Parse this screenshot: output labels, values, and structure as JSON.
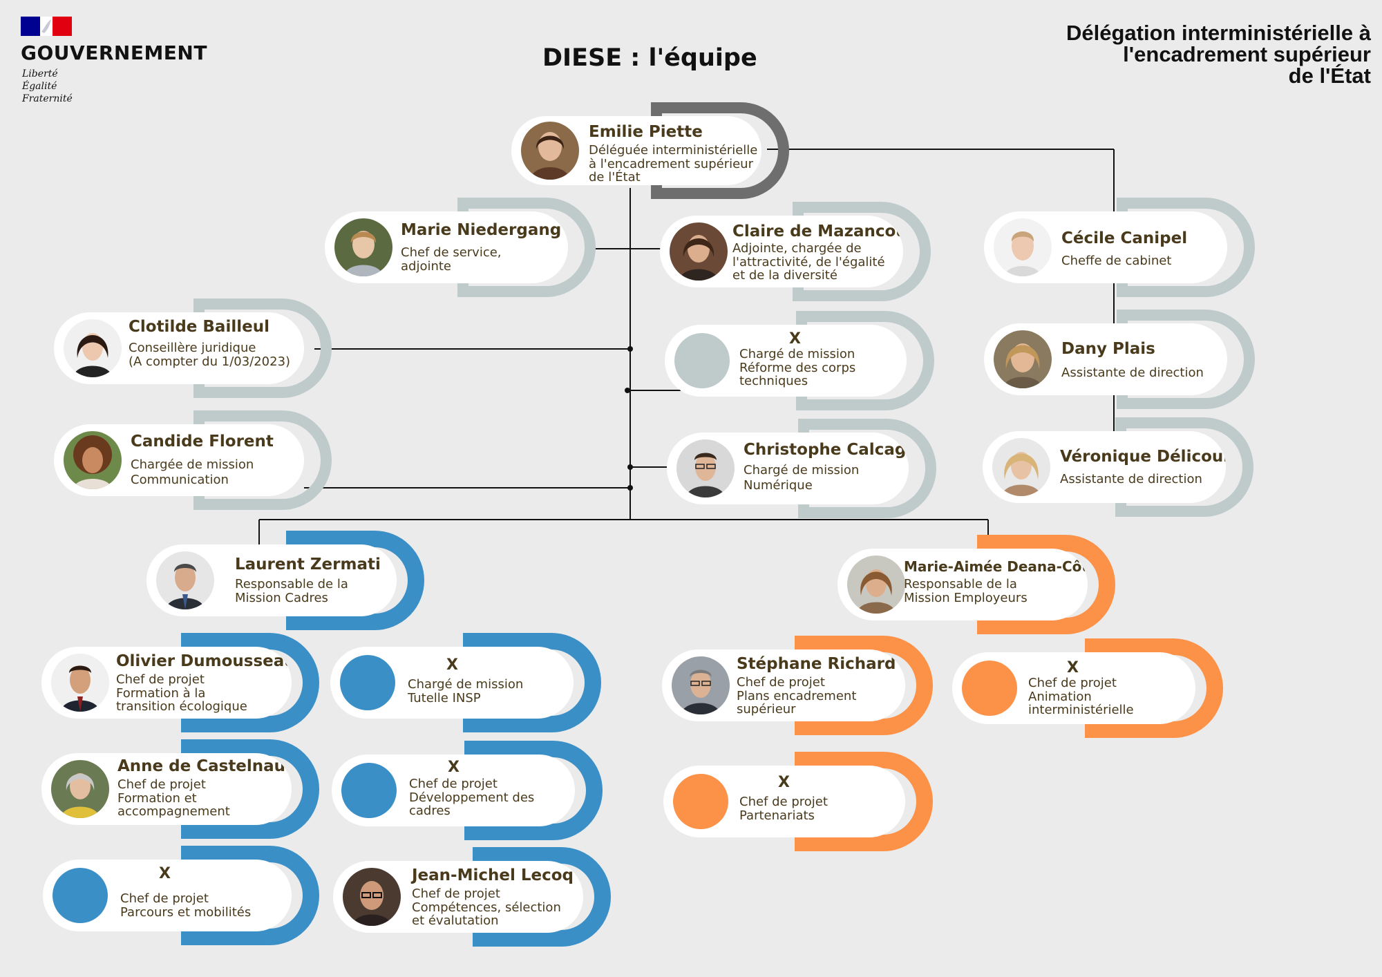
{
  "header": {
    "logo": {
      "word": "GOUVERNEMENT",
      "motto": [
        "Liberté",
        "Égalité",
        "Fraternité"
      ],
      "flag_colors": [
        "#000091",
        "#ffffff",
        "#e1000f"
      ]
    },
    "title": "DIESE : l'équipe",
    "organization": [
      "Délégation interministérielle à",
      "l'encadrement supérieur",
      "de l'État"
    ]
  },
  "colors": {
    "background": "#ebebeb",
    "text": "#4a3a1c",
    "accent_gray": "#bfcbcb",
    "accent_dark": "#6e6e6e",
    "accent_blue": "#3a8fc7",
    "accent_orange": "#fc9148",
    "connector": "#111111"
  },
  "people": {
    "piette": {
      "name": "Emilie Piette",
      "role": [
        "Déléguée interministérielle",
        "à l'encadrement supérieur",
        "de l'État"
      ],
      "icon": "person-photo"
    },
    "niedergang": {
      "name": "Marie Niedergang",
      "role": [
        "Chef de service,",
        "adjointe"
      ],
      "icon": "person-photo"
    },
    "mazancourt": {
      "name": "Claire de Mazancourt",
      "role": [
        "Adjointe, chargée de",
        "l'attractivité, de l'égalité",
        "et de la diversité"
      ],
      "icon": "person-photo"
    },
    "canipel": {
      "name": "Cécile Canipel",
      "role": [
        "Cheffe de cabinet"
      ],
      "icon": "person-photo"
    },
    "bailleul": {
      "name": "Clotilde Bailleul",
      "role": [
        "Conseillère juridique",
        "(A compter du 1/03/2023)"
      ],
      "icon": "person-photo"
    },
    "vacant_reforme": {
      "name": "X",
      "role": [
        "Chargé de mission",
        "Réforme des corps",
        "techniques"
      ],
      "icon": "vacant-placeholder"
    },
    "plais": {
      "name": "Dany Plais",
      "role": [
        "Assistante de direction"
      ],
      "icon": "person-photo"
    },
    "florent": {
      "name": "Candide Florent",
      "role": [
        "Chargée de mission",
        "Communication"
      ],
      "icon": "person-photo"
    },
    "calcagni": {
      "name": "Christophe Calcagni",
      "role": [
        "Chargé de mission",
        "Numérique"
      ],
      "icon": "person-photo"
    },
    "delicourt": {
      "name": "Véronique Délicourt",
      "role": [
        "Assistante de direction"
      ],
      "icon": "person-photo"
    },
    "zermati": {
      "name": "Laurent Zermati",
      "role": [
        "Responsable de la",
        "Mission Cadres"
      ],
      "icon": "person-photo"
    },
    "deana": {
      "name": "Marie-Aimée Deana-Côté",
      "role": [
        "Responsable de la",
        "Mission Employeurs"
      ],
      "icon": "person-photo"
    },
    "dumousseau": {
      "name": "Olivier Dumousseau",
      "role": [
        "Chef de projet",
        "Formation à la",
        "transition écologique"
      ],
      "icon": "person-photo"
    },
    "vacant_insp": {
      "name": "X",
      "role": [
        "Chargé de mission",
        "Tutelle INSP"
      ],
      "icon": "vacant-placeholder"
    },
    "richard": {
      "name": "Stéphane Richard",
      "role": [
        "Chef de projet",
        "Plans encadrement",
        "supérieur"
      ],
      "icon": "person-photo"
    },
    "vacant_animation": {
      "name": "X",
      "role": [
        "Chef de projet",
        "Animation",
        "interministérielle"
      ],
      "icon": "vacant-placeholder"
    },
    "castelnau": {
      "name": "Anne de Castelnau",
      "role": [
        "Chef de projet",
        "Formation et",
        "accompagnement"
      ],
      "icon": "person-photo"
    },
    "vacant_dev": {
      "name": "X",
      "role": [
        "Chef de projet",
        "Développement des",
        "cadres"
      ],
      "icon": "vacant-placeholder"
    },
    "vacant_partenariats": {
      "name": "X",
      "role": [
        "Chef de projet",
        "Partenariats"
      ],
      "icon": "vacant-placeholder"
    },
    "vacant_parcours": {
      "name": "X",
      "role": [
        "Chef de projet",
        "Parcours et mobilités"
      ],
      "icon": "vacant-placeholder"
    },
    "lecoq": {
      "name": "Jean-Michel Lecoq",
      "role": [
        "Chef de projet",
        "Compétences, sélection",
        "et évalutation"
      ],
      "icon": "person-photo"
    }
  }
}
